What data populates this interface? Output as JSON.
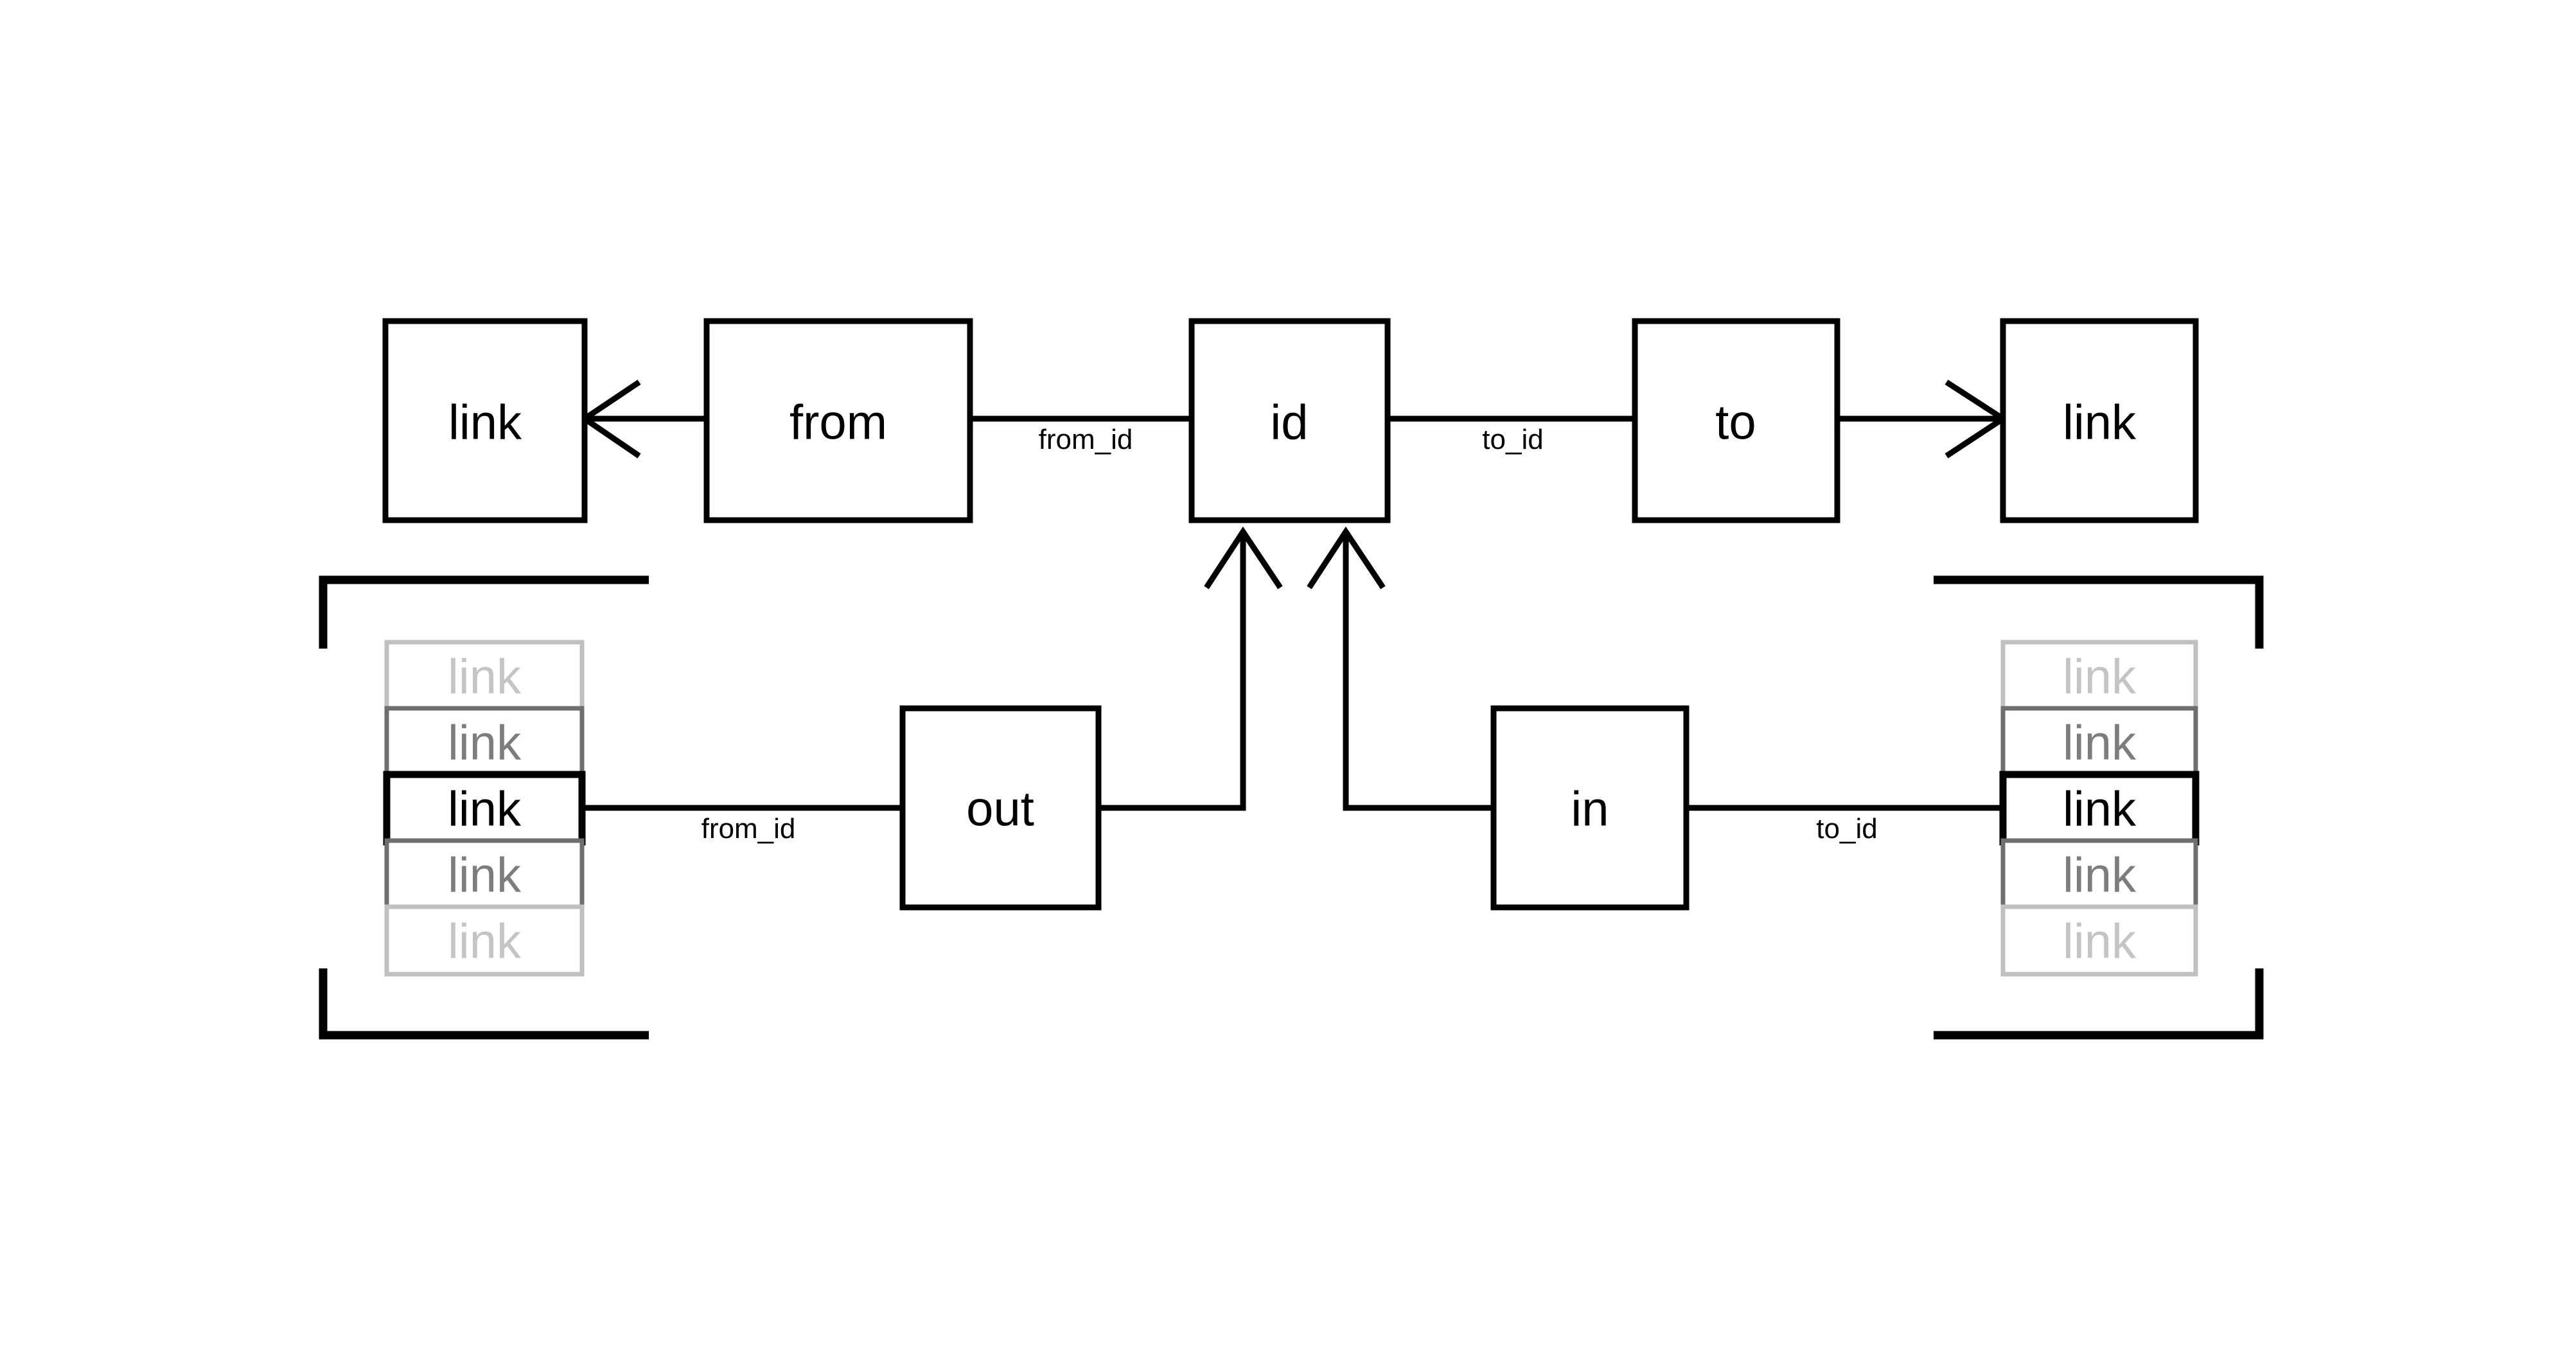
{
  "diagram": {
    "type": "entity-relationship-edge-diagram",
    "background_color": "#ffffff",
    "stroke_color": "#000000",
    "ghost_mid_color": "#7d7d7d",
    "ghost_far_color": "#c4c4c4",
    "top_row": {
      "nodes": [
        {
          "id": "link-left-top",
          "label": "link"
        },
        {
          "id": "from-top",
          "label": "from"
        },
        {
          "id": "id-top",
          "label": "id"
        },
        {
          "id": "to-top",
          "label": "to"
        },
        {
          "id": "link-right-top",
          "label": "link"
        }
      ],
      "edges": [
        {
          "id": "from-to-link-left",
          "label": "",
          "arrow": "left"
        },
        {
          "id": "from-id",
          "label": "from_id",
          "arrow": "none"
        },
        {
          "id": "id-to",
          "label": "to_id",
          "arrow": "none"
        },
        {
          "id": "to-to-link-right",
          "label": "",
          "arrow": "right"
        }
      ]
    },
    "bottom_row": {
      "nodes": [
        {
          "id": "out-bottom",
          "label": "out"
        },
        {
          "id": "in-bottom",
          "label": "in"
        }
      ],
      "edges": [
        {
          "id": "linkstack-left-out",
          "label": "from_id",
          "arrow": "none"
        },
        {
          "id": "out-id-up",
          "label": "",
          "arrow": "up"
        },
        {
          "id": "in-id-up",
          "label": "",
          "arrow": "up"
        },
        {
          "id": "in-linkstack-right",
          "label": "to_id",
          "arrow": "none"
        }
      ]
    },
    "link_stacks": [
      {
        "id": "link-stack-left",
        "bracket": "square-bracket",
        "rows": [
          {
            "label": "link",
            "emphasis": "far"
          },
          {
            "label": "link",
            "emphasis": "mid"
          },
          {
            "label": "link",
            "emphasis": "strong"
          },
          {
            "label": "link",
            "emphasis": "mid"
          },
          {
            "label": "link",
            "emphasis": "far"
          }
        ]
      },
      {
        "id": "link-stack-right",
        "bracket": "square-bracket",
        "rows": [
          {
            "label": "link",
            "emphasis": "far"
          },
          {
            "label": "link",
            "emphasis": "mid"
          },
          {
            "label": "link",
            "emphasis": "strong"
          },
          {
            "label": "link",
            "emphasis": "mid"
          },
          {
            "label": "link",
            "emphasis": "far"
          }
        ]
      }
    ]
  }
}
